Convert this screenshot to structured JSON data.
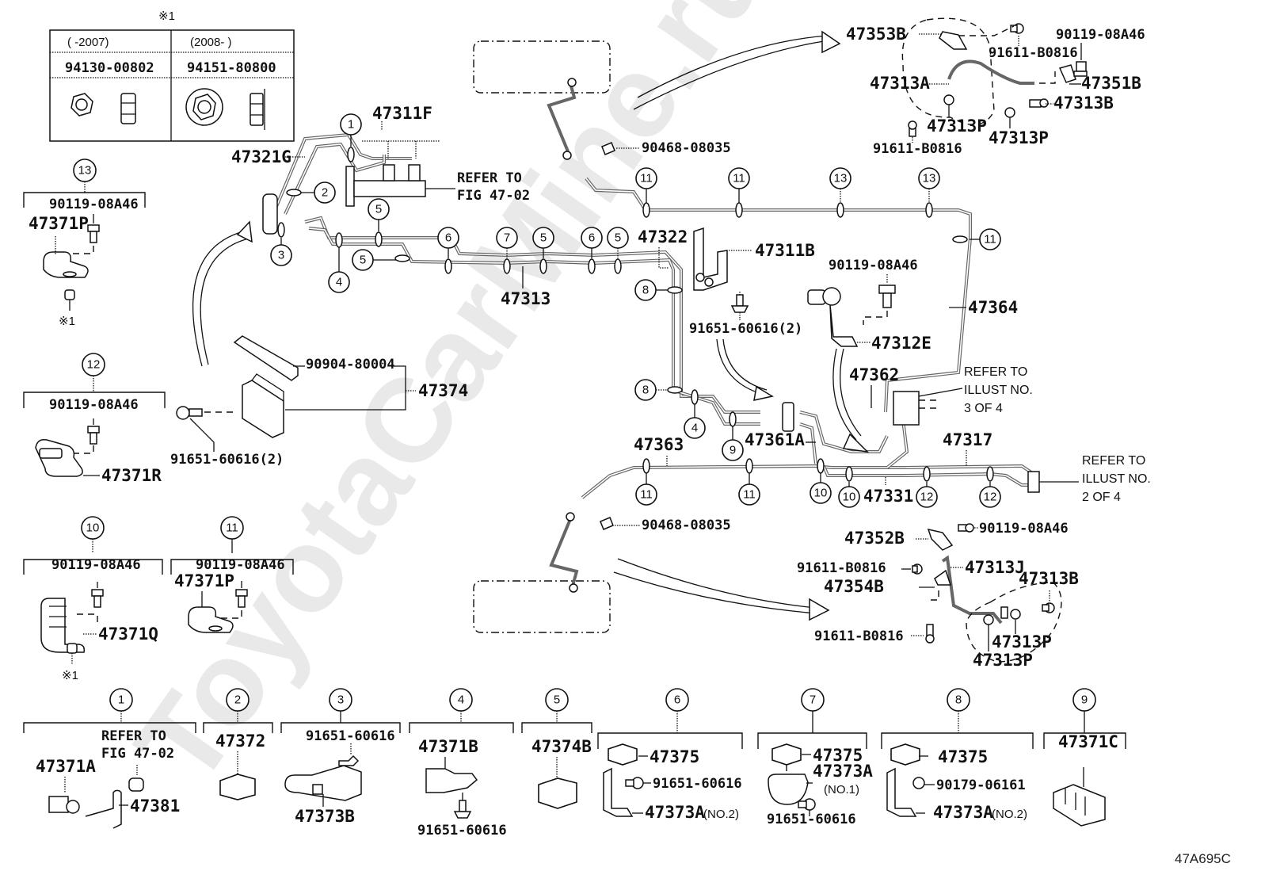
{
  "watermark": "ToyotaCarMine.ru",
  "figure_code": "47A695C",
  "nut_table": {
    "note_mark": "※1",
    "col1_period": "(     -2007)",
    "col2_period": "(2008-      )",
    "col1_part": "94130-00802",
    "col2_part": "94151-80800"
  },
  "callouts": {
    "c1": "1",
    "c2": "2",
    "c3": "3",
    "c4": "4",
    "c5": "5",
    "c6": "6",
    "c7": "7",
    "c8": "8",
    "c9": "9",
    "c10": "10",
    "c11": "11",
    "c12": "12",
    "c13": "13"
  },
  "main_labels": {
    "p47311F": "47311F",
    "p47321G": "47321G",
    "refer_fig_line1": "REFER TO",
    "refer_fig_line2": "FIG 47-02",
    "p47313": "47313",
    "p47322": "47322",
    "p47311B": "47311B",
    "p91651_60616_2a": "91651-60616(2)",
    "p90119_08A46_a": "90119-08A46",
    "p47312E": "47312E",
    "p47364": "47364",
    "p47362": "47362",
    "refer_illust3_line1": "REFER TO",
    "refer_illust3_line2": "ILLUST NO.",
    "refer_illust3_line3": "3 OF 4",
    "p47361A": "47361A",
    "p47363": "47363",
    "p47317": "47317",
    "p47331": "47331",
    "refer_illust2_line1": "REFER TO",
    "refer_illust2_line2": "ILLUST NO.",
    "refer_illust2_line3": "2 OF 4",
    "p90904_80004": "90904-80004",
    "p47374": "47374",
    "p91651_60616_2b": "91651-60616(2)",
    "p90468_08035_top": "90468-08035",
    "p90468_08035_bot": "90468-08035"
  },
  "upper_right": {
    "p47353B": "47353B",
    "p91611_B0816_a": "91611-B0816",
    "p90119_08A46": "90119-08A46",
    "p47313A": "47313A",
    "p47351B": "47351B",
    "p47313B": "47313B",
    "p47313P_a": "47313P",
    "p47313P_b": "47313P",
    "p91611_B0816_b": "91611-B0816"
  },
  "lower_right": {
    "p47352B": "47352B",
    "p90119_08A46": "90119-08A46",
    "p91611_B0816_a": "91611-B0816",
    "p47313J": "47313J",
    "p47354B": "47354B",
    "p47313B": "47313B",
    "p91611_B0816_b": "91611-B0816",
    "p47313P_a": "47313P",
    "p47313P_b": "47313P"
  },
  "left_groups": {
    "g13": {
      "num": "13",
      "bolt": "90119-08A46",
      "part": "47371P",
      "note": "※1"
    },
    "g12": {
      "num": "12",
      "bolt": "90119-08A46",
      "part": "47371R"
    },
    "g10": {
      "num": "10",
      "bolt": "90119-08A46",
      "part": "47371Q",
      "note": "※1"
    },
    "g11": {
      "num": "11",
      "bolt": "90119-08A46",
      "part": "47371P"
    }
  },
  "bottom_groups": {
    "g1": {
      "num": "1",
      "ref1": "REFER TO",
      "ref2": "FIG 47-02",
      "partA": "47371A",
      "partB": "47381"
    },
    "g2": {
      "num": "2",
      "part": "47372"
    },
    "g3": {
      "num": "3",
      "bolt": "91651-60616",
      "part": "47373B"
    },
    "g4": {
      "num": "4",
      "part": "47371B",
      "bolt": "91651-60616"
    },
    "g5": {
      "num": "5",
      "part": "47374B"
    },
    "g6": {
      "num": "6",
      "clip": "47375",
      "bolt": "91651-60616",
      "bracket": "47373A",
      "bracket_note": "(NO.2)"
    },
    "g7": {
      "num": "7",
      "clip": "47375",
      "bracket": "47373A",
      "bracket_note": "(NO.1)",
      "bolt": "91651-60616"
    },
    "g8": {
      "num": "8",
      "clip": "47375",
      "nut": "90179-06161",
      "bracket": "47373A",
      "bracket_note": "(NO.2)"
    },
    "g9": {
      "num": "9",
      "part": "47371C"
    }
  }
}
